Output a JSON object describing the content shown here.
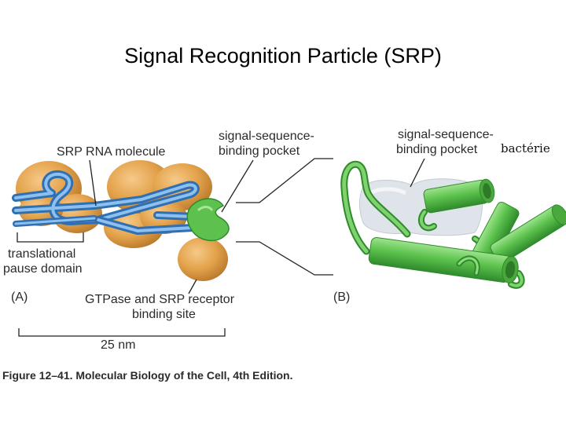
{
  "slide": {
    "title": "Signal Recognition Particle (SRP)"
  },
  "figure": {
    "labels_a": {
      "srp_rna": "SRP RNA molecule",
      "pocket_line1": "signal-sequence-",
      "pocket_line2": "binding pocket",
      "pause_line1": "translational",
      "pause_line2": "pause domain",
      "panel": "(A)",
      "gtpase_line1": "GTPase and SRP receptor",
      "gtpase_line2": "binding site",
      "scale": "25 nm"
    },
    "labels_b": {
      "pocket_line1": "signal-sequence-",
      "pocket_line2": "binding pocket",
      "organism": "bactérie",
      "panel": "(B)"
    },
    "caption": "Figure 12–41. Molecular Biology of the Cell, 4th Edition."
  },
  "colors": {
    "protein_orange": "#e3a24a",
    "rna_blue": "#4f8fcf",
    "helix_green": "#5cc24d",
    "pocket_gray": "#dfe3ea"
  }
}
